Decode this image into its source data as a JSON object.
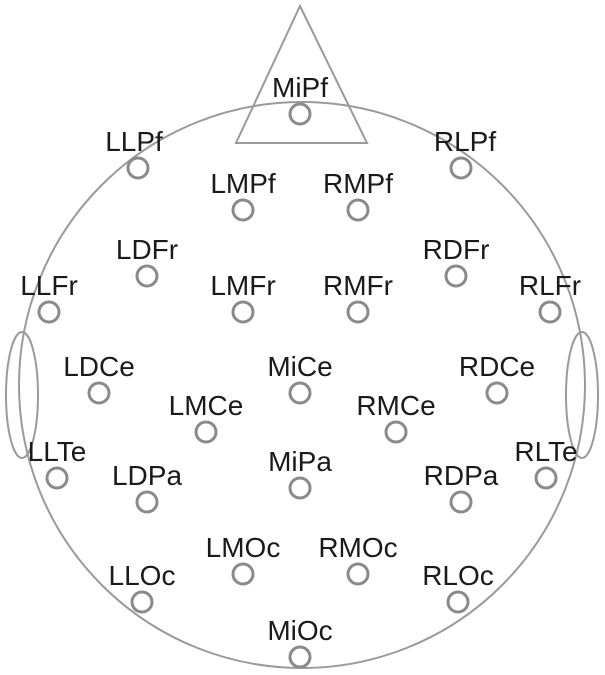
{
  "diagram": {
    "colors": {
      "outline": "#9a9a9a",
      "electrode": "#8a8a8a",
      "text": "#1a1a1a"
    },
    "electrodes": [
      {
        "id": "MiPf",
        "label": "MiPf"
      },
      {
        "id": "LLPf",
        "label": "LLPf"
      },
      {
        "id": "RLPf",
        "label": "RLPf"
      },
      {
        "id": "LMPf",
        "label": "LMPf"
      },
      {
        "id": "RMPf",
        "label": "RMPf"
      },
      {
        "id": "LDFr",
        "label": "LDFr"
      },
      {
        "id": "RDFr",
        "label": "RDFr"
      },
      {
        "id": "LLFr",
        "label": "LLFr"
      },
      {
        "id": "LMFr",
        "label": "LMFr"
      },
      {
        "id": "RMFr",
        "label": "RMFr"
      },
      {
        "id": "RLFr",
        "label": "RLFr"
      },
      {
        "id": "LDCe",
        "label": "LDCe"
      },
      {
        "id": "MiCe",
        "label": "MiCe"
      },
      {
        "id": "RDCe",
        "label": "RDCe"
      },
      {
        "id": "LMCe",
        "label": "LMCe"
      },
      {
        "id": "RMCe",
        "label": "RMCe"
      },
      {
        "id": "LLTe",
        "label": "LLTe"
      },
      {
        "id": "RLTe",
        "label": "RLTe"
      },
      {
        "id": "LDPa",
        "label": "LDPa"
      },
      {
        "id": "MiPa",
        "label": "MiPa"
      },
      {
        "id": "RDPa",
        "label": "RDPa"
      },
      {
        "id": "LMOc",
        "label": "LMOc"
      },
      {
        "id": "RMOc",
        "label": "RMOc"
      },
      {
        "id": "LLOc",
        "label": "LLOc"
      },
      {
        "id": "RLOc",
        "label": "RLOc"
      },
      {
        "id": "MiOc",
        "label": "MiOc"
      }
    ]
  }
}
